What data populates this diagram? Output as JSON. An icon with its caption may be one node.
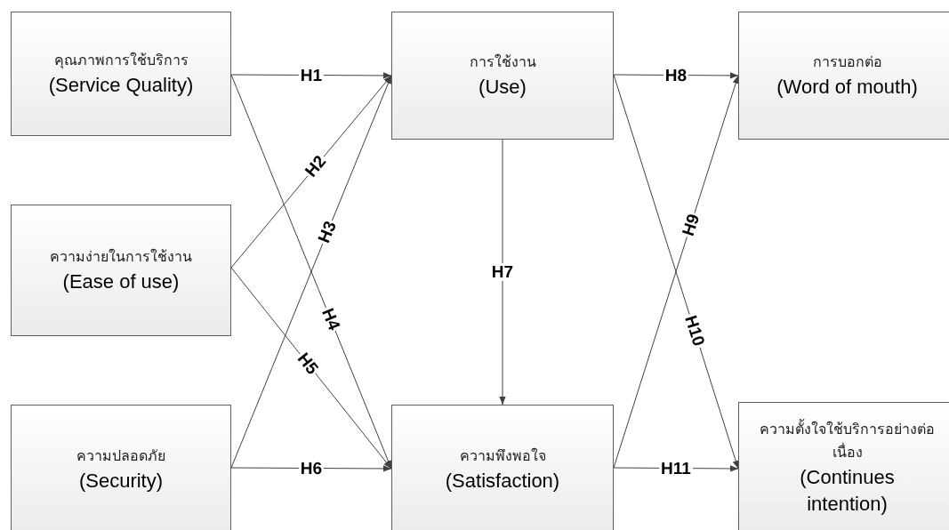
{
  "diagram": {
    "nodes": [
      {
        "text": [
          "คุณภาพการใช้บริการ",
          "(Service Quality)"
        ]
      },
      {
        "text": [
          "ความง่ายในการใช้งาน",
          "(Ease of use)"
        ]
      },
      {
        "text": [
          "ความปลอดภัย",
          "(Security)"
        ]
      },
      {
        "text": [
          "การใช้งาน",
          "(Use)"
        ]
      },
      {
        "text": [
          "ความพึงพอใจ",
          "(Satisfaction)"
        ]
      },
      {
        "text": [
          "การบอกต่อ",
          "(Word of mouth)"
        ]
      },
      {
        "text": [
          "ความตั้งใจใช้บริการอย่างต่อเนื่อง",
          "(Continues intention)"
        ]
      }
    ],
    "edges": [
      {
        "from": 0,
        "to": 3,
        "arrow": "to",
        "label": "H1"
      },
      {
        "from": 1,
        "to": 3,
        "arrow": "to",
        "label": "H2"
      },
      {
        "from": 2,
        "to": 3,
        "arrow": "to",
        "label": "H3"
      },
      {
        "from": 0,
        "to": 4,
        "arrow": "to",
        "label": "H4"
      },
      {
        "from": 1,
        "to": 4,
        "arrow": "to",
        "label": "H5"
      },
      {
        "from": 2,
        "to": 4,
        "arrow": "to",
        "label": "H6"
      },
      {
        "from": 3,
        "to": 4,
        "arrow": "to",
        "label": "H7"
      },
      {
        "from": 3,
        "to": 5,
        "arrow": "to",
        "label": "H8"
      },
      {
        "from": 4,
        "to": 5,
        "arrow": "to",
        "label": "H9"
      },
      {
        "from": 3,
        "to": 6,
        "arrow": "to",
        "label": "H10"
      },
      {
        "from": 4,
        "to": 6,
        "arrow": "to",
        "label": "H11"
      }
    ]
  }
}
